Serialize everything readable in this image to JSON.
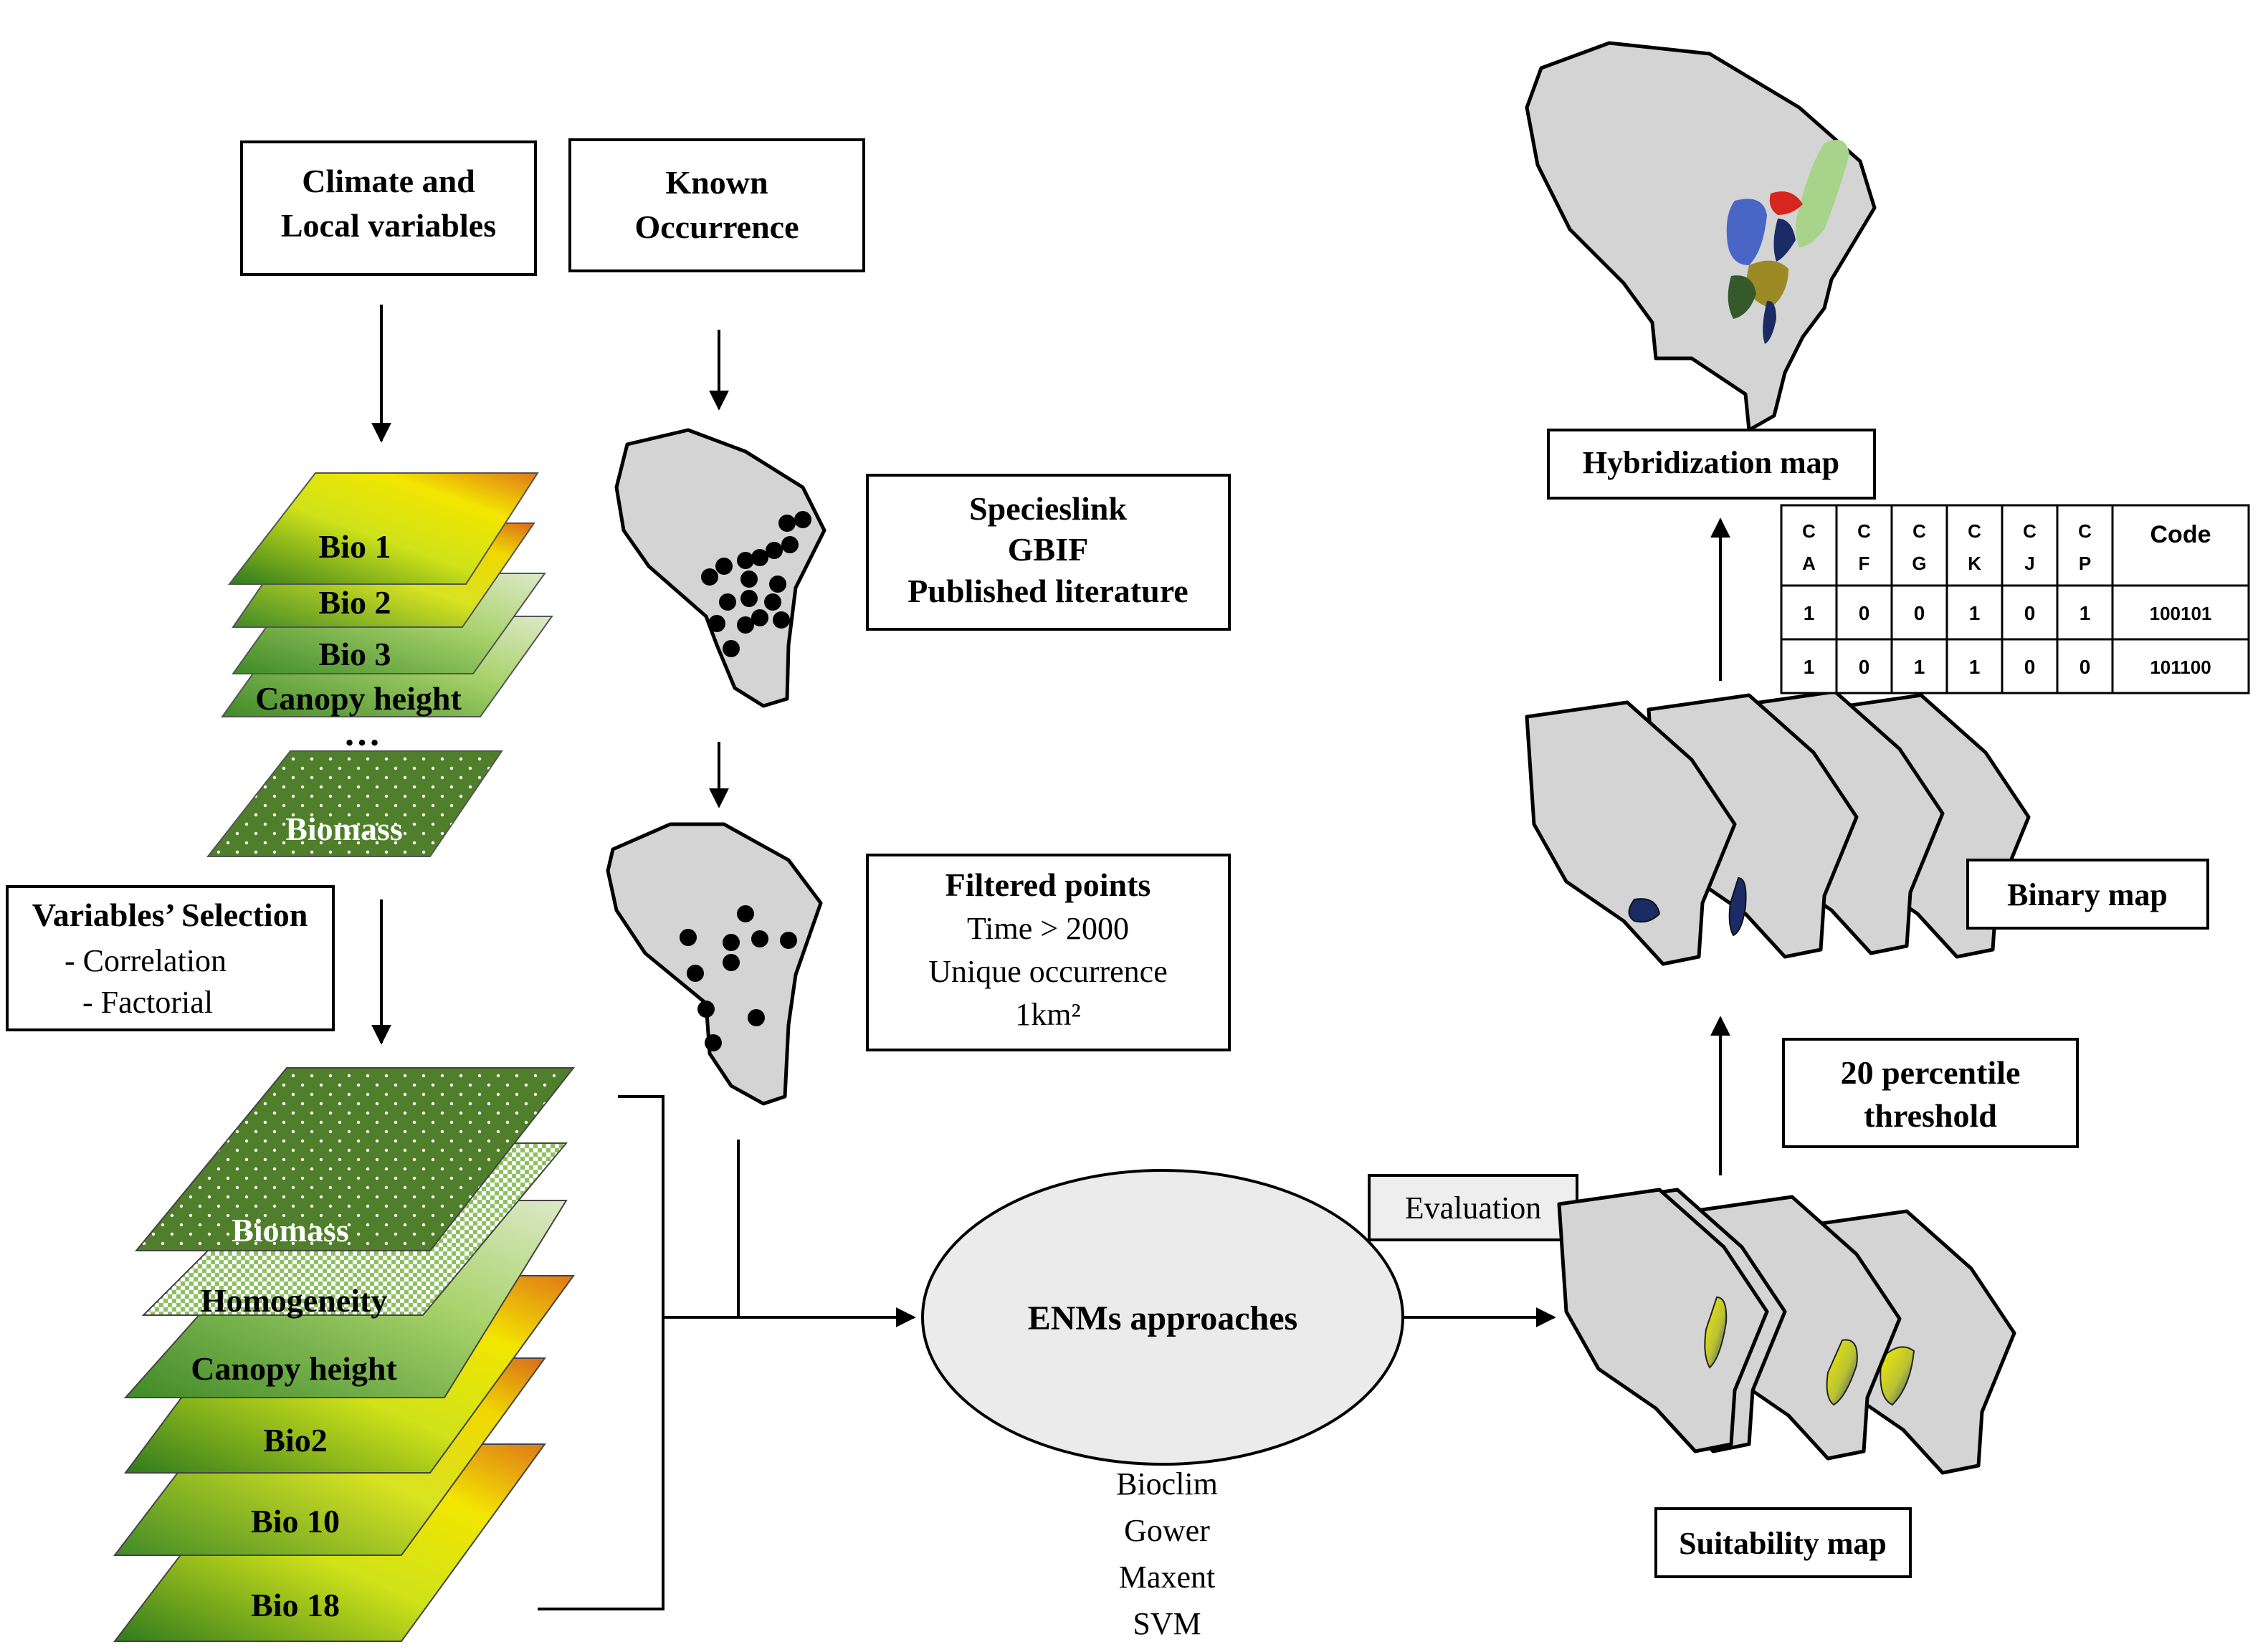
{
  "inputs": {
    "climate_line1": "Climate and",
    "climate_line2": "Local variables",
    "occurrence_line1": "Known",
    "occurrence_line2": "Occurrence"
  },
  "top_layers": [
    "Bio 1",
    "Bio 2",
    "Bio 3",
    "Canopy height"
  ],
  "ellipsis": "…",
  "biomass_layer": "Biomass",
  "selection": {
    "title": "Variables’ Selection",
    "items": [
      "-   Correlation",
      "-   Factorial"
    ]
  },
  "selected_layers": [
    "Biomass",
    "Homogeneity",
    "Canopy height",
    "Bio2",
    "Bio 10",
    "Bio 18"
  ],
  "sources": [
    "Specieslink",
    "GBIF",
    "Published literature"
  ],
  "filter": {
    "title": "Filtered points",
    "lines": [
      "Time  >  2000",
      "Unique occurrence",
      "1km²"
    ]
  },
  "enm": {
    "label": "ENMs approaches",
    "methods": [
      "Bioclim",
      "Gower",
      "Maxent",
      "SVM"
    ]
  },
  "evaluation_label": "Evaluation",
  "suitability_label": "Suitability map",
  "threshold_line1": "20 percentile",
  "threshold_line2": "threshold",
  "binary_label": "Binary map",
  "hybridization_label": "Hybridization map",
  "code_table": {
    "headers": [
      [
        "C",
        "A"
      ],
      [
        "C",
        "F"
      ],
      [
        "C",
        "G"
      ],
      [
        "C",
        "K"
      ],
      [
        "C",
        "J"
      ],
      [
        "C",
        "P"
      ]
    ],
    "code_header": "Code",
    "rows": [
      {
        "cells": [
          "1",
          "0",
          "0",
          "1",
          "0",
          "1"
        ],
        "code": "100101"
      },
      {
        "cells": [
          "1",
          "0",
          "1",
          "1",
          "0",
          "0"
        ],
        "code": "101100"
      }
    ]
  },
  "colors": {
    "map_fill": "#d4d4d4",
    "layer_green": "#2f7a1e",
    "layer_yellow": "#f2e600",
    "layer_orange": "#e07818",
    "pale_green": "#b7d39a",
    "dark_green_pattern": "#4f7f2a",
    "binary_patch": "#1b2b66",
    "ellipse_fill": "#ebebeb"
  }
}
